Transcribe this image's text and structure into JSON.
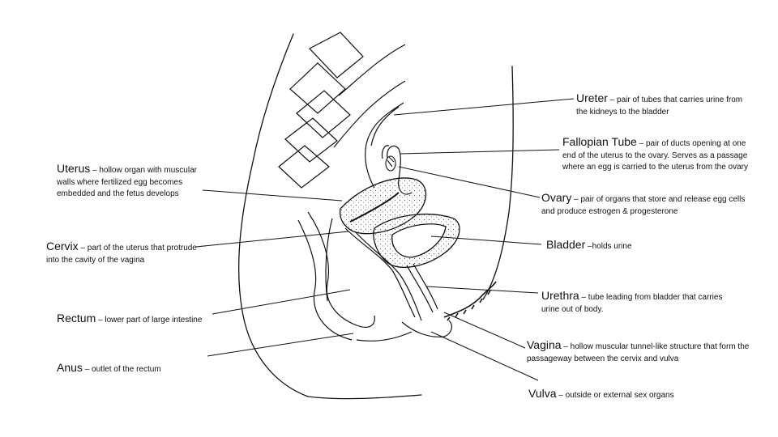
{
  "labels": {
    "ureter": {
      "term": "Ureter",
      "desc": " – pair of tubes that carries urine from the kidneys to the bladder"
    },
    "fallopian": {
      "term": "Fallopian Tube",
      "desc": " – pair of ducts opening at one end of the uterus to the ovary. Serves as a passage where an egg is carried to the uterus from the ovary"
    },
    "uterus": {
      "term": "Uterus",
      "desc": " – hollow organ with muscular walls where fertilized egg becomes embedded and the fetus develops"
    },
    "ovary": {
      "term": "Ovary",
      "desc": " – pair of organs that store and release egg cells and produce estrogen & progesterone"
    },
    "cervix": {
      "term": "Cervix",
      "desc": " – part of the uterus that protrude into the cavity of the vagina"
    },
    "bladder": {
      "term": "Bladder",
      "desc": " –holds urine"
    },
    "urethra": {
      "term": "Urethra",
      "desc": " – tube leading from bladder that carries urine out of body."
    },
    "rectum": {
      "term": "Rectum",
      "desc": " – lower part of large intestine"
    },
    "vagina": {
      "term": "Vagina",
      "desc": " – hollow muscular tunnel-like structure that form the passageway between the cervix and vulva"
    },
    "anus": {
      "term": "Anus",
      "desc": " – outlet of the rectum"
    },
    "vulva": {
      "term": "Vulva",
      "desc": " – outside or external sex organs"
    }
  }
}
